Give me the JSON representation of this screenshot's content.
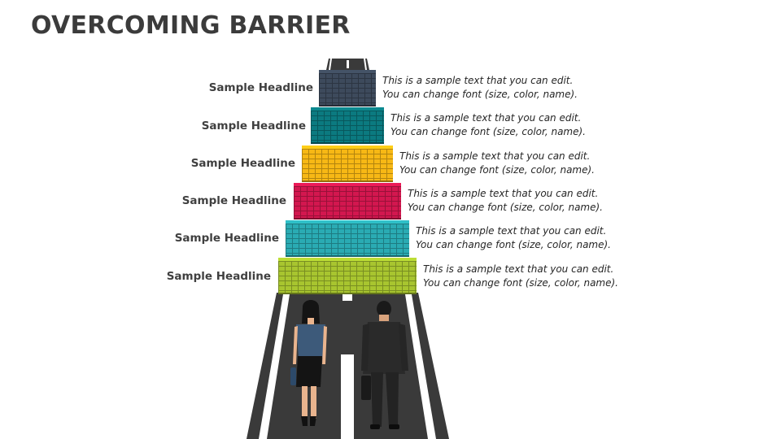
{
  "title": "OVERCOMING BARRIER",
  "colors": {
    "road": "#3a3a3a",
    "road_line": "#ffffff"
  },
  "levels": [
    {
      "headline": "Sample Headline",
      "line1": "This is a sample text that you can edit.",
      "line2": "You can change font (size, color, name).",
      "color": "#3d4a5c"
    },
    {
      "headline": "Sample Headline",
      "line1": "This is a sample text that you can edit.",
      "line2": "You can change font (size, color, name).",
      "color": "#0b7a80"
    },
    {
      "headline": "Sample Headline",
      "line1": "This is a sample text that you can edit.",
      "line2": "You can change font (size, color, name).",
      "color": "#f7b815"
    },
    {
      "headline": "Sample Headline",
      "line1": "This is a sample text that you can edit.",
      "line2": "You can change font (size, color, name).",
      "color": "#d3174f"
    },
    {
      "headline": "Sample Headline",
      "line1": "This is a sample text that you can edit.",
      "line2": "You can change font (size, color, name).",
      "color": "#2aabb3"
    },
    {
      "headline": "Sample Headline",
      "line1": "This is a sample text that you can edit.",
      "line2": "You can change font (size, color, name).",
      "color": "#a8c52f"
    }
  ],
  "figures": [
    {
      "icon": "businesswoman-back-icon"
    },
    {
      "icon": "businessman-back-icon"
    }
  ]
}
